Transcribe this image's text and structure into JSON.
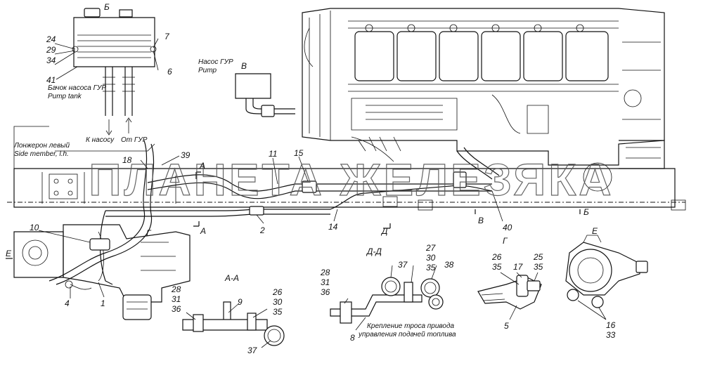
{
  "watermark": "ПЛАНЕТА ЖЕЛЕЗЯКА",
  "views": {
    "b": "Б",
    "v": "В",
    "g": "Г",
    "e": "Е",
    "aa": "А-А",
    "dd": "Д-Д",
    "g2": "Г"
  },
  "labels": {
    "pump_tank_ru": "Бачок насоса ГУР",
    "pump_tank_en": "Pump tank",
    "to_pump": "К насосу",
    "from_gur": "От ГУР",
    "pump_gur_ru": "Насос ГУР",
    "pump_en": "Pump",
    "side_member_ru": "Лонжерон левый",
    "side_member_en": "Side member, l.h.",
    "cable_note_1": "Крепление троса привода",
    "cable_note_2": "управления подачей топлива"
  },
  "section_marks": {
    "a_top": "А",
    "a_bottom": "А",
    "d": "Д",
    "v": "В",
    "b": "Б",
    "e": "Е"
  },
  "callouts": {
    "n24": "24",
    "n29": "29",
    "n34": "34",
    "n41": "41",
    "n7": "7",
    "n6": "6",
    "n18": "18",
    "n39": "39",
    "n11": "11",
    "n15": "15",
    "n2": "2",
    "n14": "14",
    "n40": "40",
    "n10": "10",
    "n4": "4",
    "n1": "1",
    "aa_28": "28",
    "aa_31": "31",
    "aa_36": "36",
    "aa_9": "9",
    "aa_26": "26",
    "aa_30": "30",
    "aa_35": "35",
    "aa_37": "37",
    "dd_28": "28",
    "dd_31": "31",
    "dd_36": "36",
    "dd_37": "37",
    "dd_27": "27",
    "dd_30": "30",
    "dd_35": "35",
    "dd_38": "38",
    "dd_8": "8",
    "g_26": "26",
    "g_35a": "35",
    "g_17": "17",
    "g_25": "25",
    "g_35b": "35",
    "g_5": "5",
    "e_16": "16",
    "e_33": "33"
  }
}
